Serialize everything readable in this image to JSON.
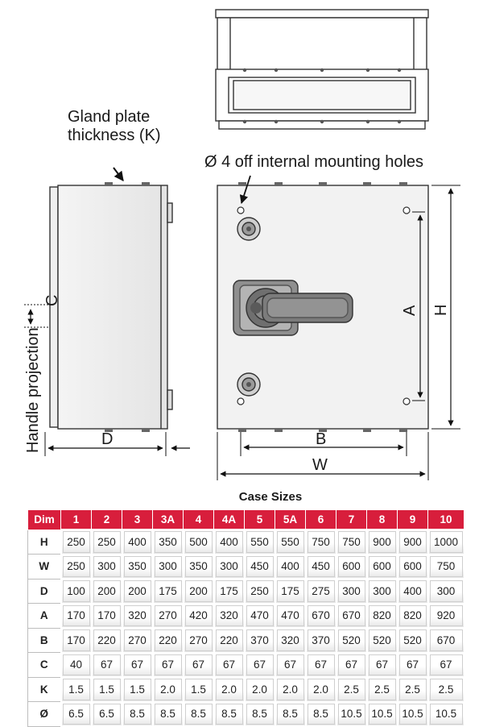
{
  "labels": {
    "gland_plate": "Gland plate\nthickness (K)",
    "mounting_holes": "Ø 4 off internal mounting holes",
    "handle_projection": "Handle projection",
    "dim_c": "C",
    "dim_d": "D",
    "dim_a": "A",
    "dim_h": "H",
    "dim_b": "B",
    "dim_w": "W"
  },
  "table": {
    "title": "Case Sizes",
    "header_label": "Dim",
    "columns": [
      "1",
      "2",
      "3",
      "3A",
      "4",
      "4A",
      "5",
      "5A",
      "6",
      "7",
      "8",
      "9",
      "10"
    ],
    "rows": [
      {
        "dim": "H",
        "values": [
          "250",
          "250",
          "400",
          "350",
          "500",
          "400",
          "550",
          "550",
          "750",
          "750",
          "900",
          "900",
          "1000"
        ]
      },
      {
        "dim": "W",
        "values": [
          "250",
          "300",
          "350",
          "300",
          "350",
          "300",
          "450",
          "400",
          "450",
          "600",
          "600",
          "600",
          "750"
        ]
      },
      {
        "dim": "D",
        "values": [
          "100",
          "200",
          "200",
          "175",
          "200",
          "175",
          "250",
          "175",
          "275",
          "300",
          "300",
          "400",
          "300"
        ]
      },
      {
        "dim": "A",
        "values": [
          "170",
          "170",
          "320",
          "270",
          "420",
          "320",
          "470",
          "470",
          "670",
          "670",
          "820",
          "820",
          "920"
        ]
      },
      {
        "dim": "B",
        "values": [
          "170",
          "220",
          "270",
          "220",
          "270",
          "220",
          "370",
          "320",
          "370",
          "520",
          "520",
          "520",
          "670"
        ]
      },
      {
        "dim": "C",
        "values": [
          "40",
          "67",
          "67",
          "67",
          "67",
          "67",
          "67",
          "67",
          "67",
          "67",
          "67",
          "67",
          "67"
        ]
      },
      {
        "dim": "K",
        "values": [
          "1.5",
          "1.5",
          "1.5",
          "2.0",
          "1.5",
          "2.0",
          "2.0",
          "2.0",
          "2.0",
          "2.5",
          "2.5",
          "2.5",
          "2.5"
        ]
      },
      {
        "dim": "Ø",
        "values": [
          "6.5",
          "6.5",
          "8.5",
          "8.5",
          "8.5",
          "8.5",
          "8.5",
          "8.5",
          "8.5",
          "10.5",
          "10.5",
          "10.5",
          "10.5"
        ]
      }
    ]
  }
}
